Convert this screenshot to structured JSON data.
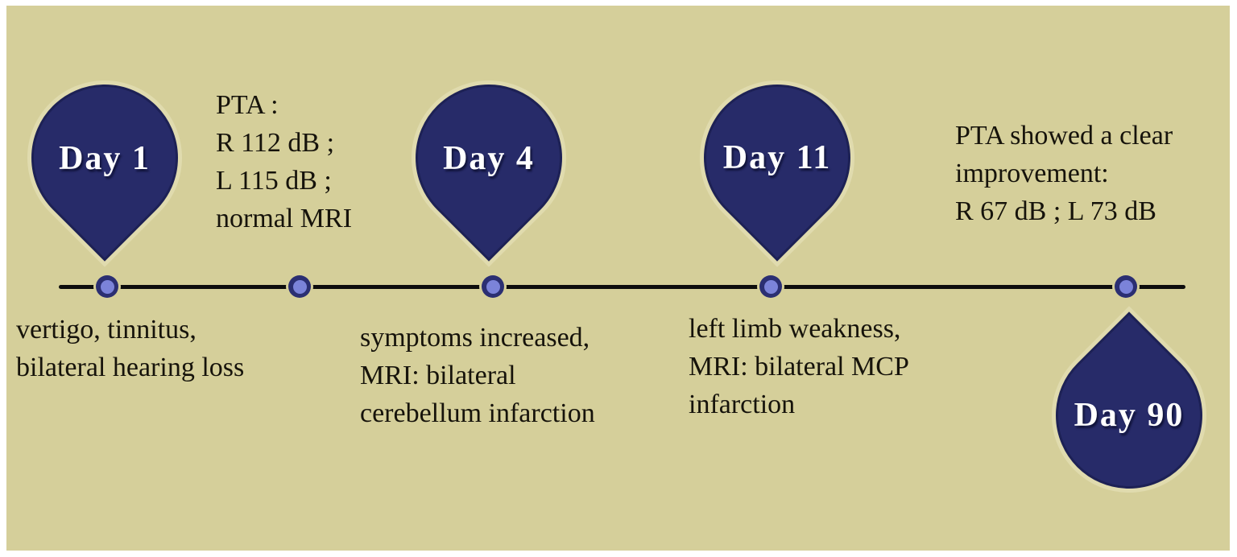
{
  "figure": {
    "type": "clinical-timeline",
    "palette": {
      "background": "#d5cf9a",
      "frame": "#ffffff",
      "axis": "#0d0d0d",
      "pin_fill": "#272b69",
      "pin_border": "#1d2155",
      "pin_halo": "#e0dbae",
      "dot_fill": "#7b83d9",
      "dot_ring": "#2b2f72",
      "ink": "#16130b",
      "label": "#ffffff"
    },
    "pins": [
      {
        "label": "Day 1",
        "direction": "down"
      },
      {
        "label": "Day 4",
        "direction": "down"
      },
      {
        "label": "Day 11",
        "direction": "down"
      },
      {
        "label": "Day 90",
        "direction": "up"
      }
    ],
    "notes": {
      "pta_initial": "PTA :\nR 112 dB ;\nL 115 dB ;\nnormal MRI",
      "day1_findings": "vertigo, tinnitus,\nbilateral hearing loss",
      "day4_findings": "symptoms increased,\nMRI: bilateral\ncerebellum infarction",
      "day11_findings": "left limb weakness,\nMRI: bilateral MCP\ninfarction",
      "day90_outcome": "PTA showed a clear\nimprovement:\nR 67 dB ; L 73 dB"
    }
  }
}
